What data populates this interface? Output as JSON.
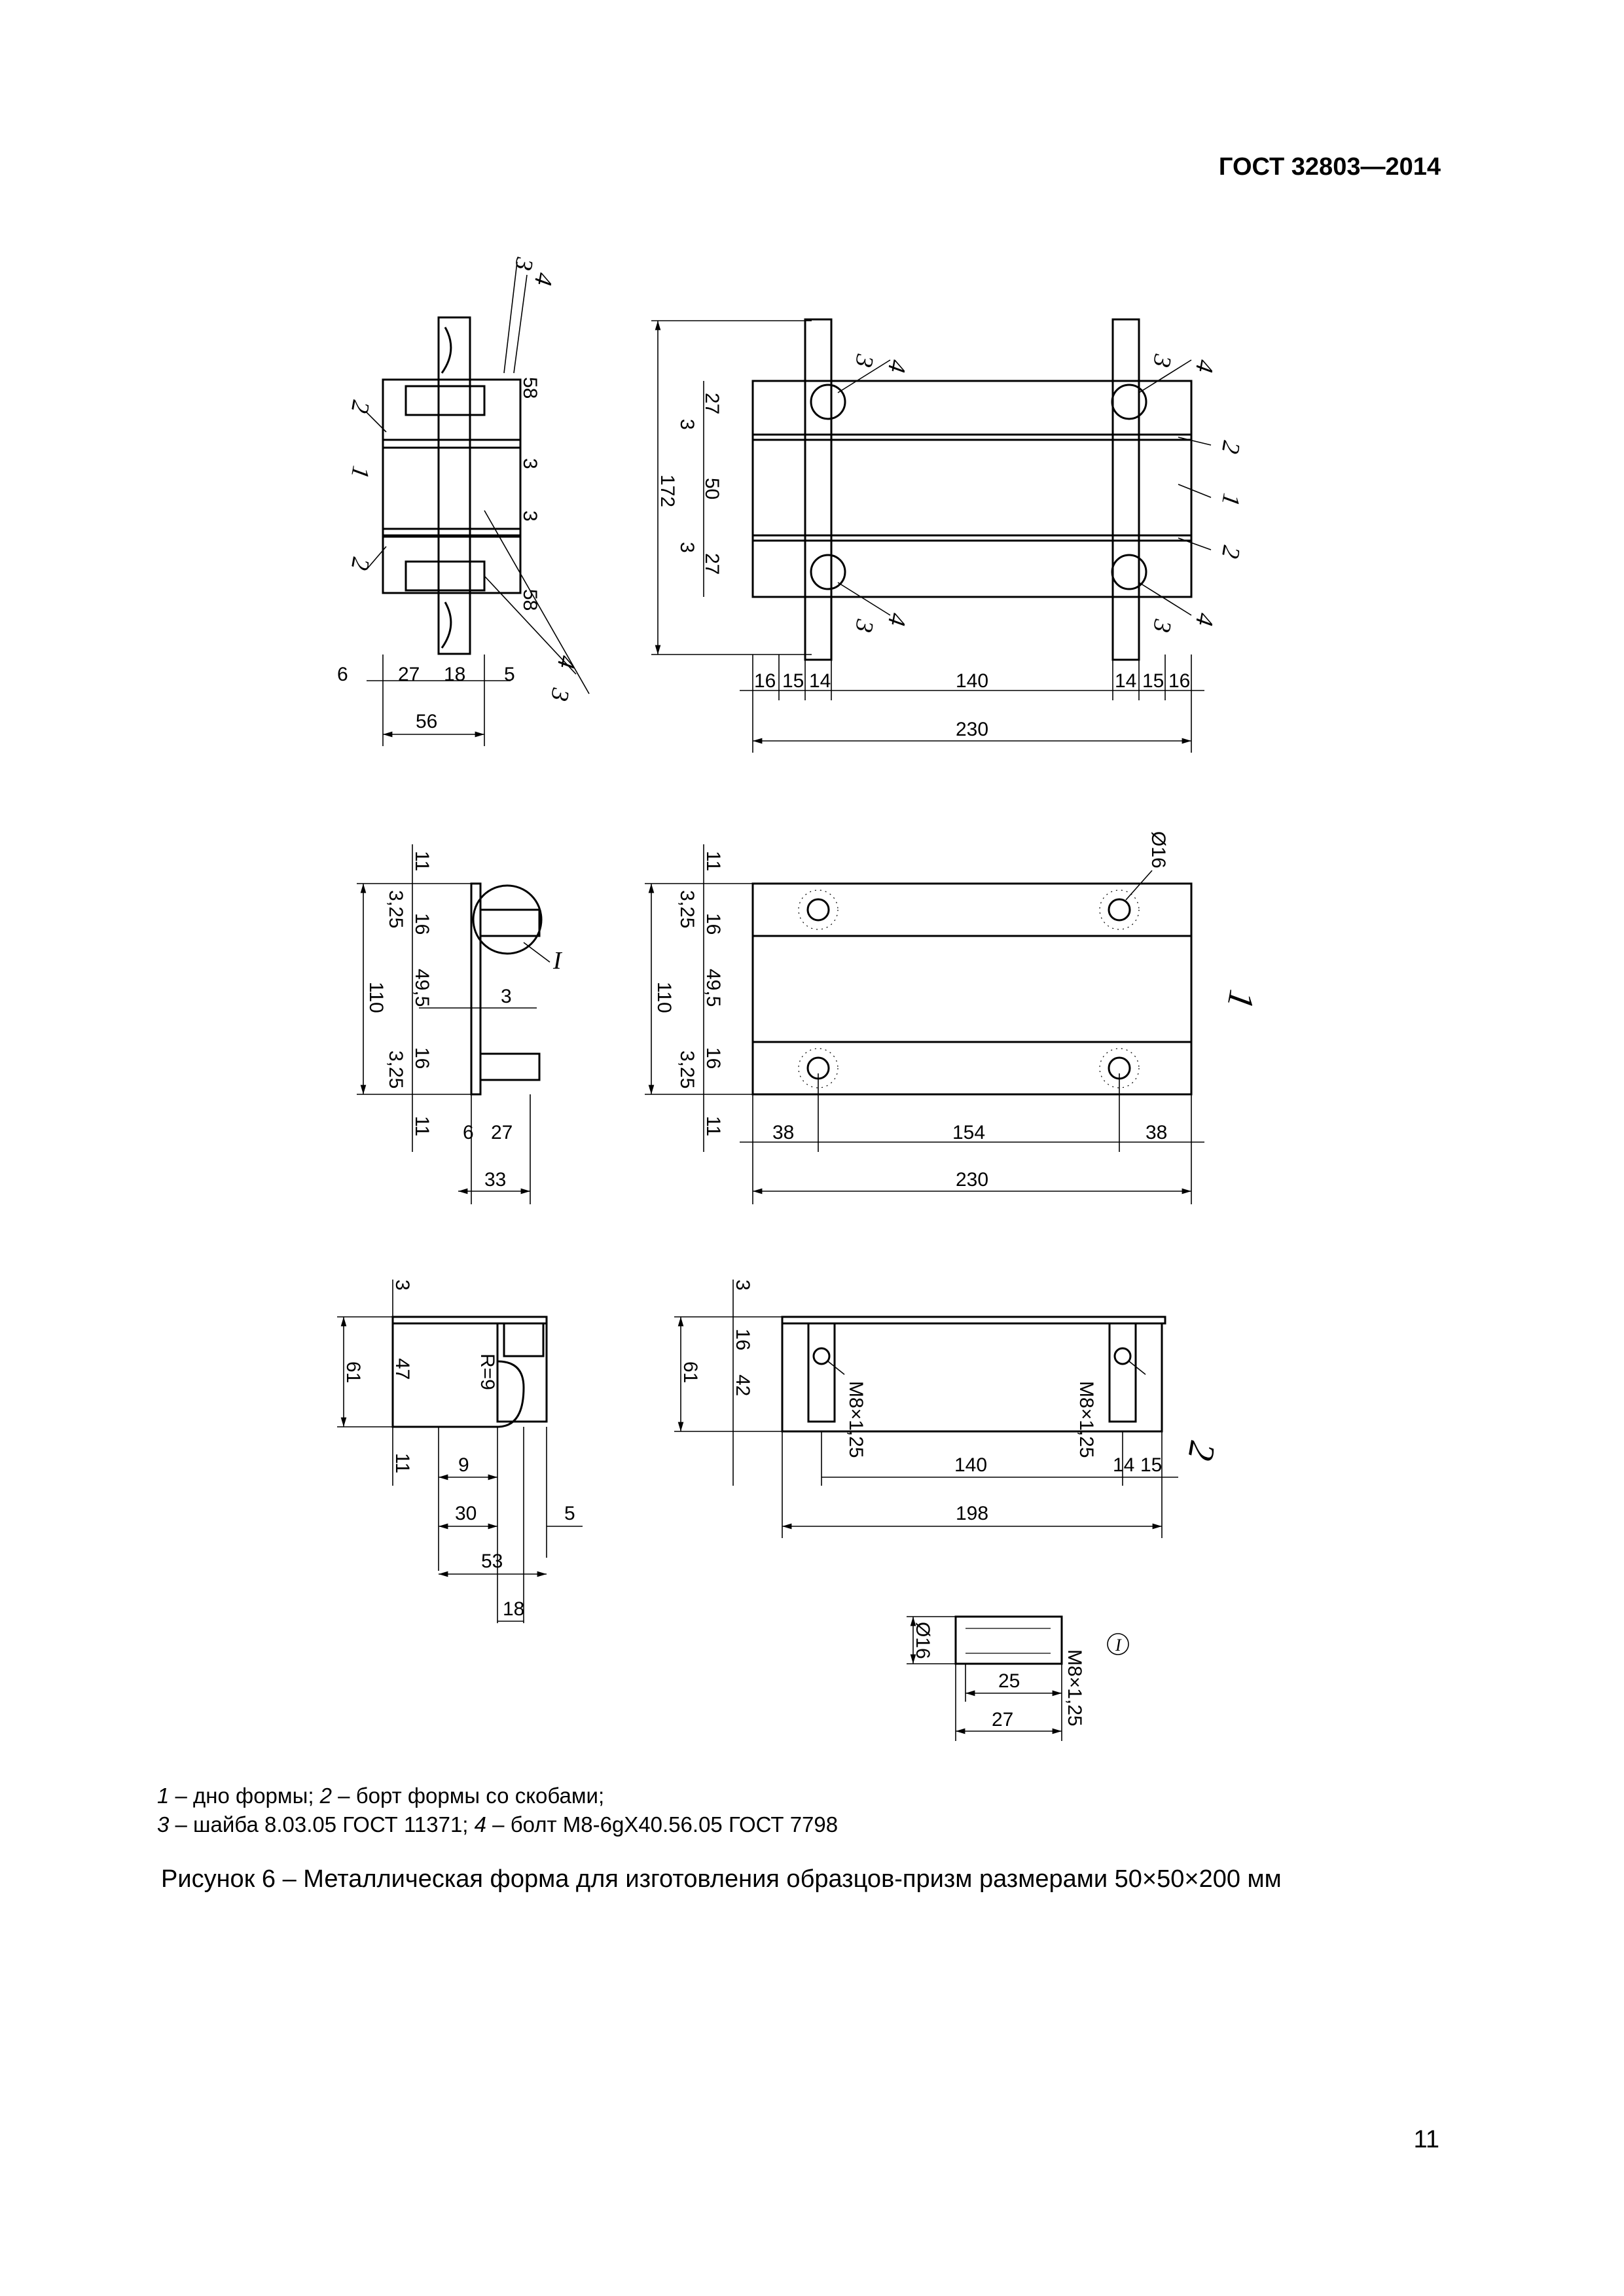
{
  "header": {
    "standard": "ГОСТ 32803—2014"
  },
  "figure": {
    "legend": {
      "line1": [
        {
          "num": "1",
          "text": " – дно формы; "
        },
        {
          "num": "2",
          "text": " – борт формы со скобами;"
        }
      ],
      "line2": [
        {
          "num": "3",
          "text": " – шайба 8.03.05 ГОСТ 11371; "
        },
        {
          "num": "4",
          "text": " – болт М8-6gX40.56.05 ГОСТ 7798"
        }
      ]
    },
    "caption": "Рисунок 6 – Металлическая форма для изготовления образцов-призм размерами 50×50×200 мм",
    "view_labels": {
      "part1": "1",
      "part2": "2",
      "detail": "I"
    },
    "assembly_side": {
      "dims_vertical": [
        "58",
        "3",
        "3",
        "58"
      ],
      "dims_horizontal": [
        "6",
        "27",
        "18",
        "5"
      ],
      "overall_width": "56",
      "callouts": [
        "3",
        "4",
        "2",
        "1",
        "2",
        "4",
        "3"
      ]
    },
    "assembly_front": {
      "dims_vertical": [
        "27",
        "3",
        "50",
        "3",
        "27"
      ],
      "overall_height": "172",
      "dims_horizontal": [
        "16",
        "15",
        "14",
        "140",
        "14",
        "15",
        "16"
      ],
      "overall_width": "230",
      "callouts": [
        "3",
        "4",
        "3",
        "4",
        "2",
        "1",
        "2",
        "4",
        "3",
        "3",
        "4"
      ]
    },
    "bottom_side": {
      "dims_vertical": [
        "11",
        "3,25",
        "16",
        "49,5",
        "16",
        "3,25",
        "11"
      ],
      "overall_height": "110",
      "dims_horizontal": [
        "3",
        "6",
        "27"
      ],
      "overall_width": "33",
      "callout": "I"
    },
    "bottom_front": {
      "dims_vertical": [
        "11",
        "3,25",
        "16",
        "49,5",
        "16",
        "3,25",
        "11"
      ],
      "overall_height": "110",
      "hole": "Ø16",
      "dims_horizontal": [
        "38",
        "154",
        "38"
      ],
      "overall_width": "230"
    },
    "side_end": {
      "dims_vertical": [
        "3",
        "47",
        "11"
      ],
      "overall_height": "61",
      "radius": "R=9",
      "dims_horizontal": [
        "9",
        "30",
        "5",
        "53",
        "18"
      ]
    },
    "side_front": {
      "dims_vertical": [
        "3",
        "16",
        "42"
      ],
      "overall_height": "61",
      "thread": "M8×1,25",
      "dims_horizontal": [
        "140",
        "14",
        "15"
      ],
      "overall_width": "198"
    },
    "detail_I": {
      "diameter": "Ø16",
      "thread": "M8×1,25",
      "dims_horizontal": [
        "25",
        "27"
      ]
    }
  },
  "page_number": "11"
}
